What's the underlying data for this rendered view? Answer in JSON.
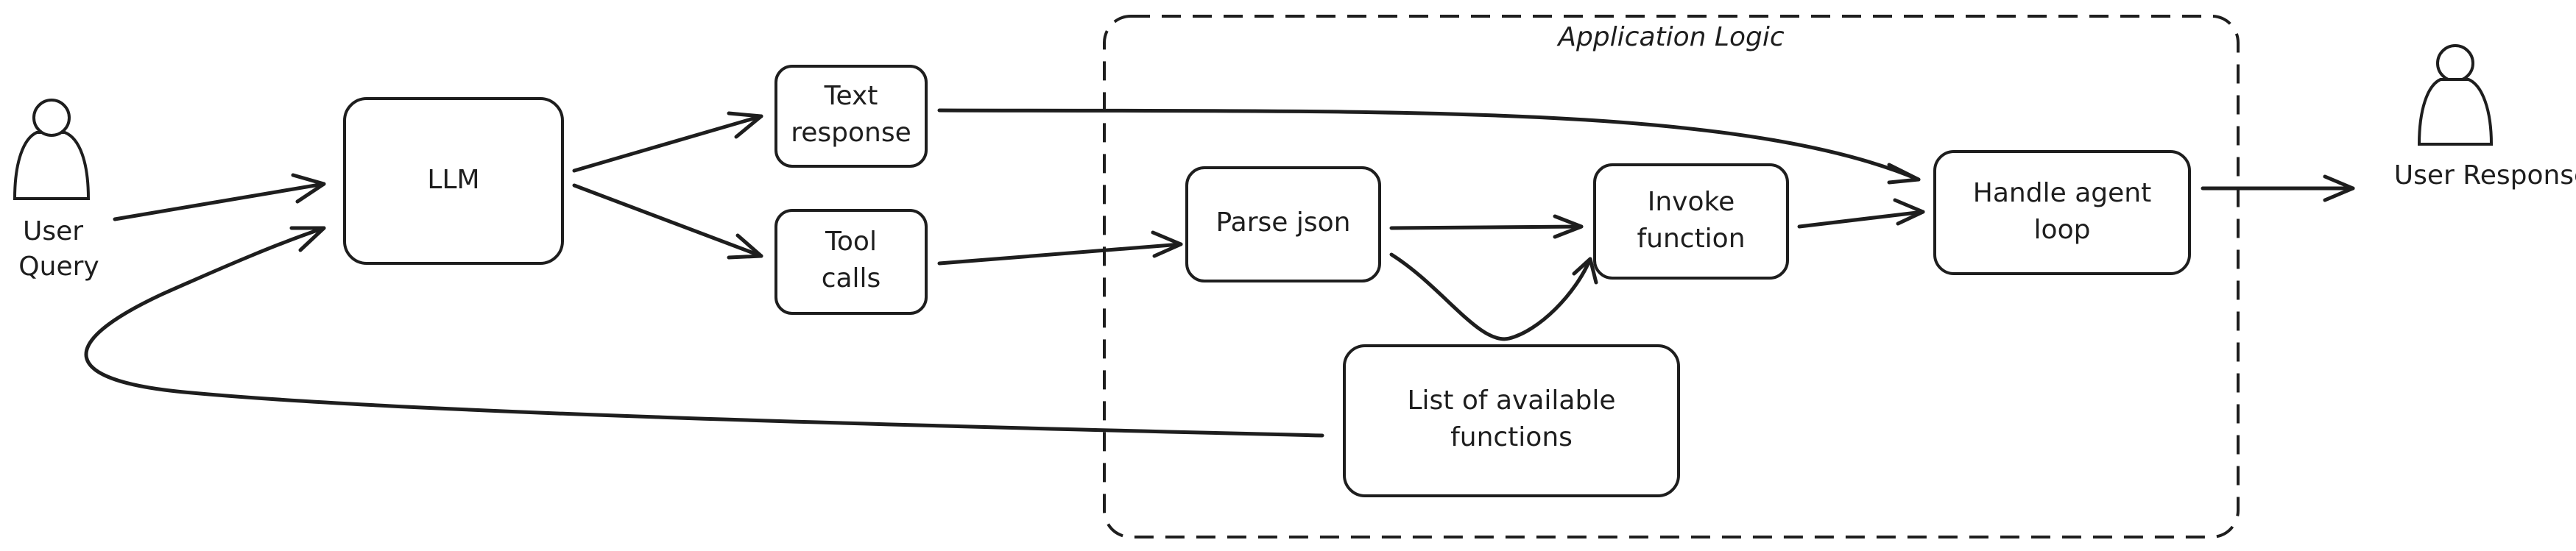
{
  "group": {
    "title": "Application Logic"
  },
  "actors": {
    "user_query": {
      "line1": "User",
      "line2": "Query"
    },
    "user_response": {
      "label": "User Response"
    }
  },
  "nodes": {
    "llm": {
      "label": "LLM"
    },
    "text_response": {
      "line1": "Text",
      "line2": "response"
    },
    "tool_calls": {
      "line1": "Tool",
      "line2": "calls"
    },
    "parse_json": {
      "label": "Parse json"
    },
    "invoke_function": {
      "line1": "Invoke",
      "line2": "function"
    },
    "available_functions": {
      "line1": "List of available",
      "line2": "functions"
    },
    "agent_loop": {
      "line1": "Handle agent",
      "line2": "loop"
    }
  },
  "colors": {
    "stroke": "#1e1e1e",
    "background": "#ffffff"
  }
}
